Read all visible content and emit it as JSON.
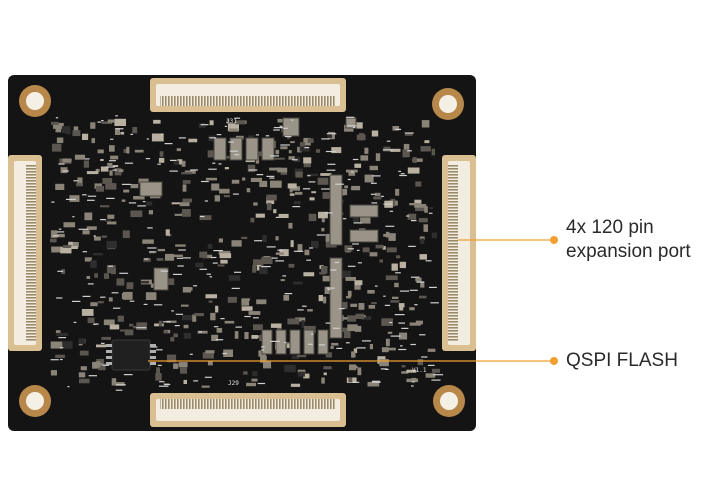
{
  "image": {
    "subject": "black PCB core board, bottom view",
    "colors": {
      "background": "#ffffff",
      "board": "#141414",
      "connector": "#d9bf92",
      "connector_inner": "#f2ece1",
      "mounting_hole_ring": "#b8884a",
      "callout_line": "#f0a030",
      "callout_dot": "#f0a030",
      "callout_text": "#2a2a2a"
    }
  },
  "callouts": {
    "expansion_port": {
      "line1": "4x 120 pin",
      "line2": "expansion port"
    },
    "qspi_flash": {
      "label": "QSPI FLASH"
    }
  },
  "silkscreen": {
    "top_connector": "J31",
    "bottom_connector": "J29",
    "version": "V1.1"
  }
}
